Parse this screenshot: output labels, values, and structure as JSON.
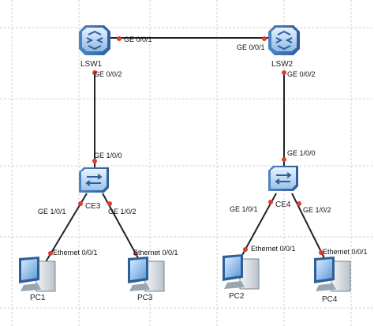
{
  "devices": {
    "lsw1": "LSW1",
    "lsw2": "LSW2",
    "ce3": "CE3",
    "ce4": "CE4",
    "pc1": "PC1",
    "pc2": "PC2",
    "pc3": "PC3",
    "pc4": "PC4"
  },
  "ports": {
    "lsw1_ge001": "GE 0/0/1",
    "lsw1_ge002": "GE 0/0/2",
    "lsw2_ge001": "GE 0/0/1",
    "lsw2_ge002": "GE 0/0/2",
    "ce3_ge100": "GE 1/0/0",
    "ce3_ge101": "GE 1/0/1",
    "ce3_ge102": "GE 1/0/2",
    "ce4_ge100": "GE 1/0/0",
    "ce4_ge101": "GE 1/0/1",
    "ce4_ge102": "GE 1/0/2",
    "pc1_eth": "Ethernet 0/0/1",
    "pc3_eth": "Ethernet 0/0/1",
    "pc2_eth": "Ethernet 0/0/1",
    "pc4_eth": "Ethernet 0/0/1"
  },
  "colors": {
    "link": "#222222",
    "port_dot": "#e23b2e",
    "grid": "#d3d3d3",
    "switch_body": "#6d9fd6"
  }
}
